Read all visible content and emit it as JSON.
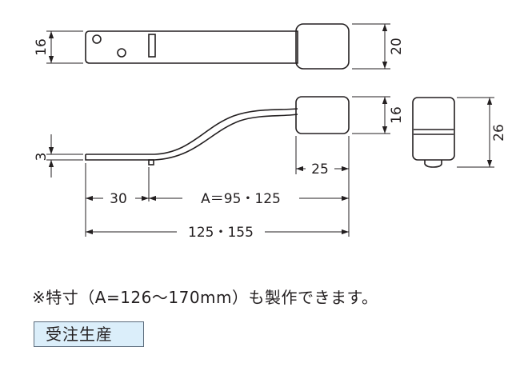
{
  "dimensions": {
    "top_height": "16",
    "top_knob_height": "20",
    "side_knob_height": "16",
    "end_view_height": "26",
    "thickness": "3",
    "knob_width": "25",
    "offset": "30",
    "a_length": "A＝95・125",
    "total_length": "125・155"
  },
  "note": "※特寸（A=126〜170mm）も製作できます。",
  "badge": "受注生産",
  "colors": {
    "line": "#231f20",
    "badge_bg": "#dbeefa"
  }
}
